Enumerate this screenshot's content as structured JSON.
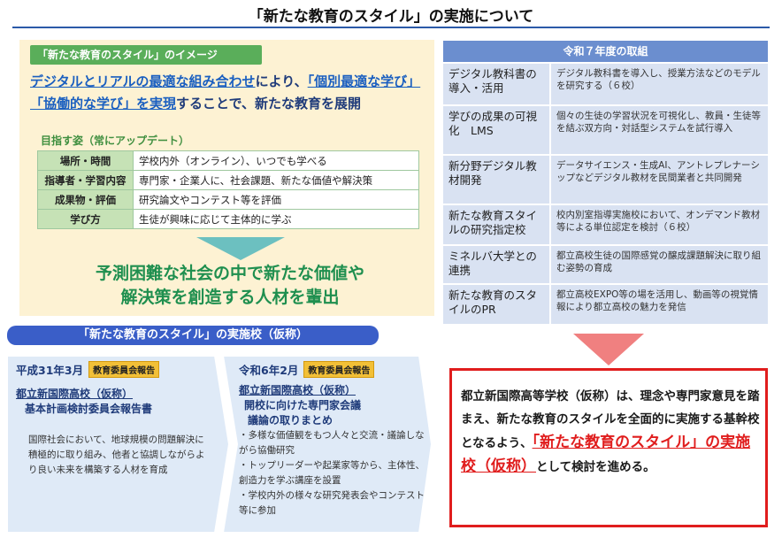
{
  "title": "「新たな教育のスタイル」の実施について",
  "image": {
    "tag": "「新たな教育のスタイル」のイメージ",
    "lead_1": "デジタルとリアルの最適な組み合わせ",
    "lead_2": "により、",
    "lead_3": "「個別最適な学び」「協働的な学び」を実現",
    "lead_4": "することで、新たな教育を展開",
    "aim_label": "目指す姿（常にアップデート）",
    "rows": [
      {
        "head": "場所・時間",
        "value": "学校内外（オンライン）、いつでも学べる"
      },
      {
        "head": "指導者・学習内容",
        "value": "専門家・企業人に、社会課題、新たな価値や解決策"
      },
      {
        "head": "成果物・評価",
        "value": "研究論文やコンテスト等を評価"
      },
      {
        "head": "学び方",
        "value": "生徒が興味に応じて主体的に学ぶ"
      }
    ],
    "result_1": "予測困難な社会の中で新たな価値や",
    "result_2": "解決策を創造する人材を輩出"
  },
  "r7": {
    "head": "令和７年度の取組",
    "rows": [
      {
        "item": "デジタル教科書の導入・活用",
        "desc": "デジタル教科書を導入し、授業方法などのモデルを研究する（６校）"
      },
      {
        "item": "学びの成果の可視化　LMS",
        "desc": "個々の生徒の学習状況を可視化し、教員・生徒等を結ぶ双方向・対話型システムを試行導入"
      },
      {
        "item": "新分野デジタル教材開発",
        "desc": "データサイエンス・生成AI、アントレプレナーシップなどデジタル教材を民間業者と共同開発"
      },
      {
        "item": "新たな教育スタイルの研究指定校",
        "desc": "校内別室指導実施校において、オンデマンド教材等による単位認定を検討（６校）"
      },
      {
        "item": "ミネルバ大学との連携",
        "desc": "都立高校生徒の国際感覚の醸成課題解決に取り組む姿勢の育成"
      },
      {
        "item": "新たな教育のスタイルのPR",
        "desc": "都立高校EXPO等の場を活用し、動画等の視覚情報により都立高校の魅力を発信"
      }
    ]
  },
  "school": {
    "tag": "「新たな教育のスタイル」の実施校（仮称）",
    "col1": {
      "date": "平成31年3月",
      "badge": "教育委員会報告",
      "t1": "都立新国際高校（仮称）",
      "t2": "基本計画検討委員会報告書",
      "body": "国際社会において、地球規模の問題解決に積極的に取り組み、他者と協調しながらより良い未来を構築する人材を育成"
    },
    "col2": {
      "date": "令和6年2月",
      "badge": "教育委員会報告",
      "t1": "都立新国際高校（仮称）",
      "t2": "開校に向けた専門家会議",
      "t3": "議論の取りまとめ",
      "bullets": [
        "・多様な価値観をもつ人々と交流・議論しながら協働研究",
        "・トップリーダーや起業家等から、主体性、創造力を学ぶ講座を設置",
        "・学校内外の様々な研究発表会やコンテスト等に参加"
      ]
    }
  },
  "conclusion": {
    "text_1": "都立新国際高等学校（仮称）は、理念や専門家意見を踏まえ、新たな教育のスタイルを全面的に実施する基幹校となるよう、",
    "highlight": "「新たな教育のスタイル」の実施校（仮称）",
    "text_2": "として検討を進める。"
  },
  "colors": {
    "accent": "#2b5aa8",
    "green": "#5aae5a",
    "red": "#e01d1d",
    "badge": "#f2c037"
  }
}
